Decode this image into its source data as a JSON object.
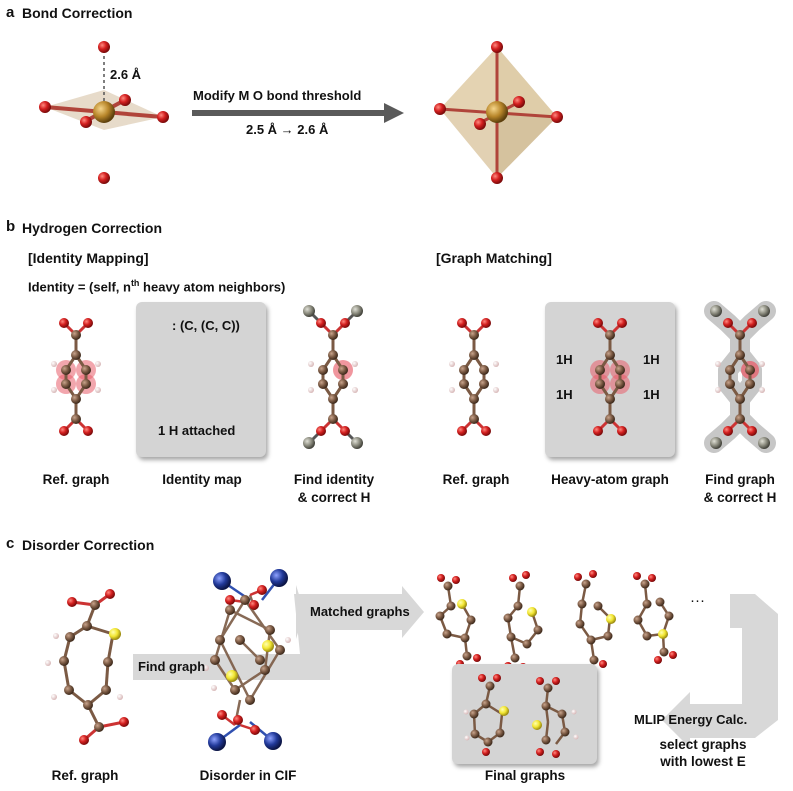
{
  "colors": {
    "oxygen": "#d42020",
    "carbon": "#7b5a44",
    "hydrogen": "#f0d4d4",
    "sulfur": "#f2e632",
    "metal": "#b8862a",
    "cobalt": "#223a9a",
    "gray_atom": "#8d8d80",
    "highlight": "#e85d6a",
    "arrow": "#5a5a5a"
  },
  "a": {
    "letter": "a",
    "title": "Bond Correction",
    "distance": "2.6 Å",
    "arrow_line1": "Modify M  O bond threshold",
    "arrow_line2": "2.5 Å → 2.6 Å"
  },
  "b": {
    "letter": "b",
    "title": "Hydrogen Correction",
    "identity": {
      "heading": "[Identity Mapping]",
      "formula_prefix": "Identity =  (self, n",
      "formula_sup": "th",
      "formula_suffix": " heavy atom neighbors)",
      "map_key": ": (C, (C, C))",
      "map_result": "1 H attached",
      "label_ref": "Ref. graph",
      "label_map": "Identity map",
      "label_find_1": "Find identity",
      "label_find_2": "& correct H"
    },
    "graph": {
      "heading": "[Graph Matching]",
      "h_label": "1H",
      "label_ref": "Ref. graph",
      "label_heavy": "Heavy-atom graph",
      "label_find_1": "Find graph",
      "label_find_2": "& correct H"
    }
  },
  "c": {
    "letter": "c",
    "title": "Disorder Correction",
    "find_graph": "Find graph",
    "matched_graphs": "Matched graphs",
    "ellipsis": "···",
    "mlip": "MLIP Energy Calc.",
    "select_1": "select graphs",
    "select_2": "with lowest E",
    "label_ref": "Ref. graph",
    "label_disorder": "Disorder in CIF",
    "label_final": "Final graphs"
  }
}
